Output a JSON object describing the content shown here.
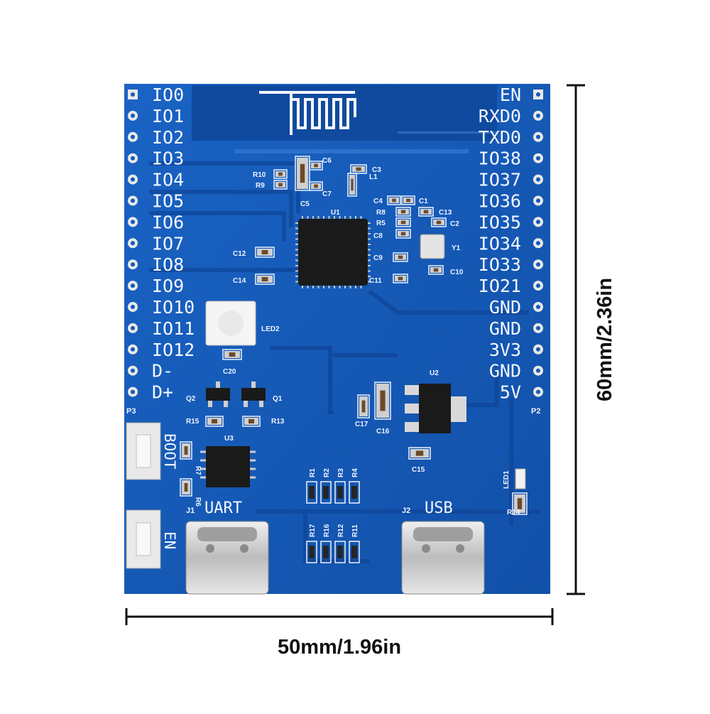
{
  "board": {
    "left_pins": [
      "IO0",
      "IO1",
      "IO2",
      "IO3",
      "IO4",
      "IO5",
      "IO6",
      "IO7",
      "IO8",
      "IO9",
      "IO10",
      "IO11",
      "IO12",
      "D-",
      "D+"
    ],
    "right_pins": [
      "EN",
      "RXD0",
      "TXD0",
      "IO38",
      "IO37",
      "IO36",
      "IO35",
      "IO34",
      "IO33",
      "IO21",
      "GND",
      "GND",
      "3V3",
      "GND",
      "5V"
    ],
    "header_labels": {
      "left": "P3",
      "right": "P2"
    },
    "buttons": {
      "boot": "BOOT",
      "en": "EN"
    },
    "ports": {
      "uart_label": "UART",
      "uart_ref": "J1",
      "usb_label": "USB",
      "usb_ref": "J2"
    },
    "chips": {
      "mcu": "U1",
      "regulator": "U2",
      "bridge": "U3",
      "crystal": "Y1",
      "rgb_led": "LED2",
      "status_led": "LED1"
    },
    "components": {
      "r10": "R10",
      "r9": "R9",
      "c6": "C6",
      "c7": "C7",
      "c5": "C5",
      "c3": "C3",
      "l1": "L1",
      "c4": "C4",
      "c1": "C1",
      "r8": "R8",
      "c13": "C13",
      "r5": "R5",
      "c2": "C2",
      "c8": "C8",
      "c9": "C9",
      "c10": "C10",
      "c11": "C11",
      "c12": "C12",
      "c14": "C14",
      "c20": "C20",
      "q2": "Q2",
      "q1": "Q1",
      "r15": "R15",
      "r13": "R13",
      "c17": "C17",
      "c16": "C16",
      "c15": "C15",
      "r14": "R14",
      "r1": "R1",
      "r2": "R2",
      "r3": "R3",
      "r4": "R4",
      "r17": "R17",
      "r16": "R16",
      "r12": "R12",
      "r11": "R11",
      "r7": "R7",
      "r6": "R6"
    }
  },
  "dimensions": {
    "width": "50mm/1.96in",
    "height": "60mm/2.36in"
  },
  "colors": {
    "pcb": "#1459b8",
    "pcb_dark": "#0d3f8f",
    "silkscreen": "#f4f7ff",
    "chip": "#1a1a1a"
  }
}
